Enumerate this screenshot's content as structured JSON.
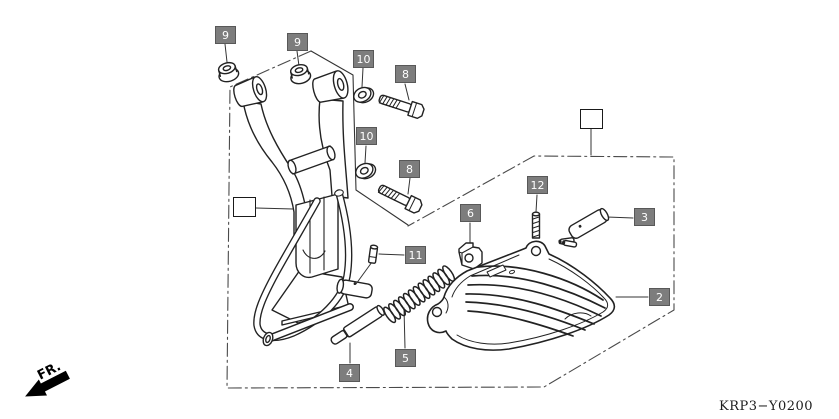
{
  "diagram": {
    "type": "exploded-parts-diagram",
    "drawing_code": "KRP3−Y0200",
    "direction_label": "FR.",
    "callouts": [
      {
        "number": "9"
      },
      {
        "number": "9"
      },
      {
        "number": "10"
      },
      {
        "number": "8"
      },
      {
        "number": "10"
      },
      {
        "number": "8"
      },
      {
        "number": ""
      },
      {
        "number": ""
      },
      {
        "number": "12"
      },
      {
        "number": "6"
      },
      {
        "number": "3"
      },
      {
        "number": "11"
      },
      {
        "number": "2"
      },
      {
        "number": "5"
      },
      {
        "number": "4"
      }
    ],
    "colors": {
      "callout_bg": "#7d7d7d",
      "callout_text": "#ffffff",
      "line_art": "#222222",
      "background": "#ffffff"
    }
  }
}
